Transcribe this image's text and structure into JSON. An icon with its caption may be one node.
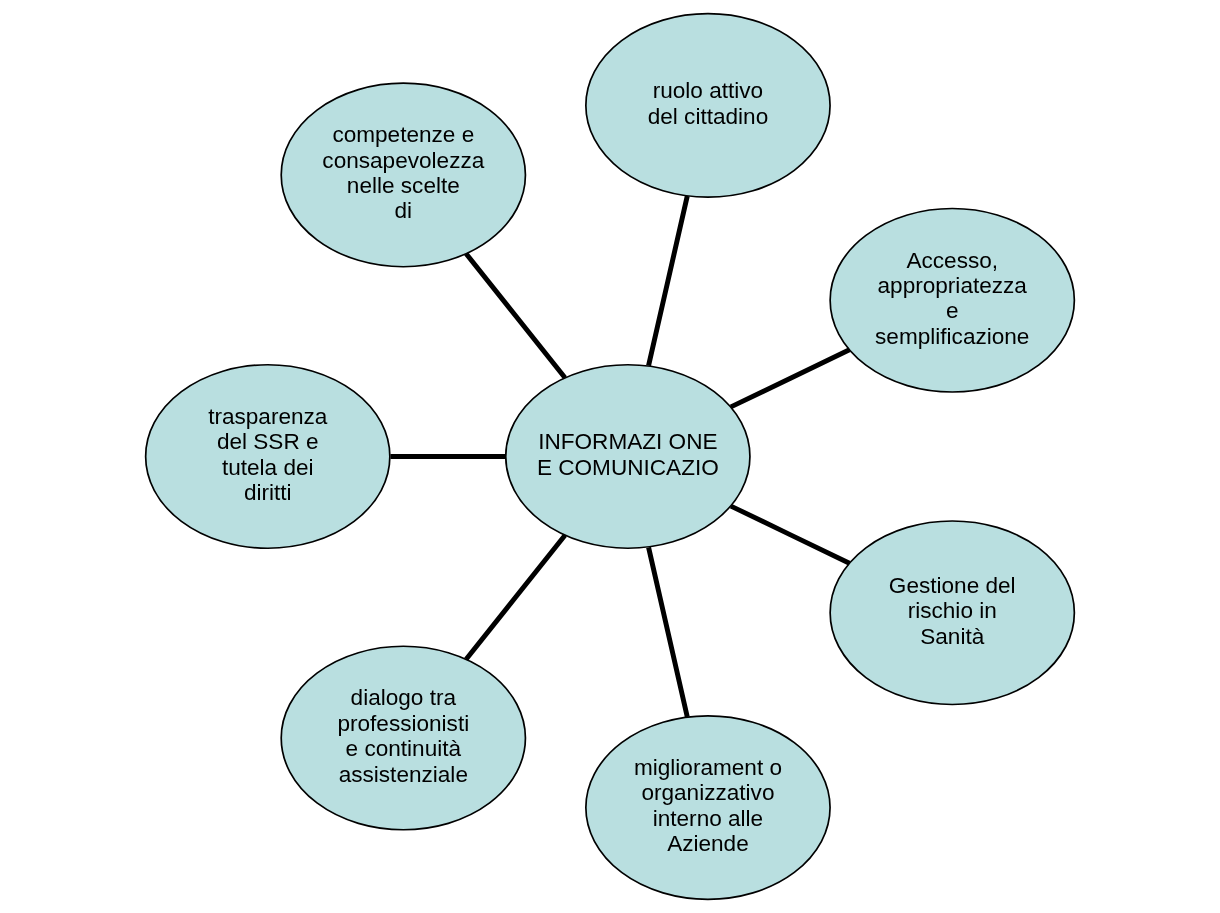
{
  "diagram": {
    "nodes": [
      {
        "text": [
          "INFORMAZI ONE E COMUNICAZIO"
        ]
      },
      {
        "text": [
          "Accesso, appropriatezza e semplificazione"
        ]
      },
      {
        "text": [
          "ruolo attivo del cittadino"
        ]
      },
      {
        "text": [
          "competenze e consapevolezza nelle scelte di"
        ]
      },
      {
        "text": [
          "trasparenza del SSR e tutela dei diritti"
        ]
      },
      {
        "text": [
          "dialogo tra professionisti e continuità assistenziale"
        ]
      },
      {
        "text": [
          "migliorament o organizzativo interno alle Aziende"
        ]
      },
      {
        "text": [
          "Gestione del rischio in Sanità"
        ]
      }
    ],
    "edges": [
      {
        "from": 0,
        "to": 1,
        "arrow": "none"
      },
      {
        "from": 0,
        "to": 2,
        "arrow": "none"
      },
      {
        "from": 0,
        "to": 3,
        "arrow": "none"
      },
      {
        "from": 0,
        "to": 4,
        "arrow": "none"
      },
      {
        "from": 0,
        "to": 5,
        "arrow": "none"
      },
      {
        "from": 0,
        "to": 6,
        "arrow": "none"
      },
      {
        "from": 0,
        "to": 7,
        "arrow": "none"
      }
    ]
  }
}
